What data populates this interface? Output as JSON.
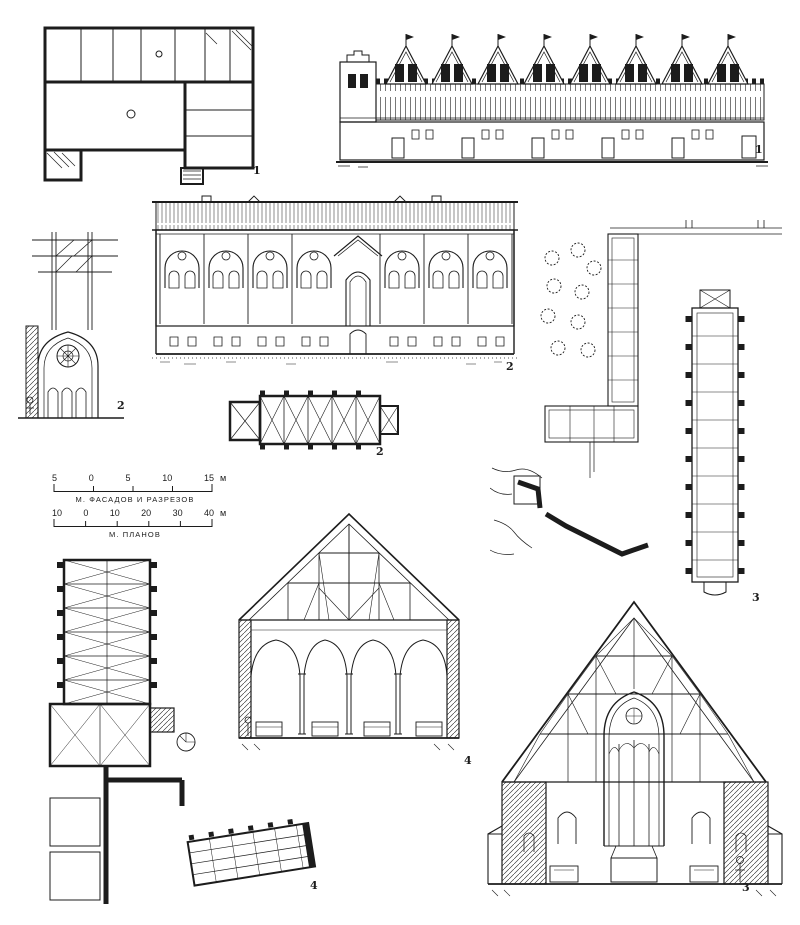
{
  "page": {
    "background": "#ffffff",
    "ink": "#1c1c1c"
  },
  "figure_labels": {
    "plan_top_left": "1",
    "facade_top_right": "1",
    "section_fragment_left": "2",
    "facade_center": "2",
    "plan_center_small": "2",
    "site_plan_right": "3",
    "section_center": "4",
    "plan_bottom_small": "4",
    "section_bottom_right": "3"
  },
  "scale_bars": {
    "facades": {
      "ticks": [
        "5",
        "0",
        "5",
        "10",
        "15"
      ],
      "unit": "м",
      "caption": "М. ФАСАДОВ И РАЗРЕЗОВ"
    },
    "plans": {
      "ticks": [
        "10",
        "0",
        "10",
        "20",
        "30",
        "40"
      ],
      "unit": "м",
      "caption": "М. ПЛАНОВ"
    }
  }
}
